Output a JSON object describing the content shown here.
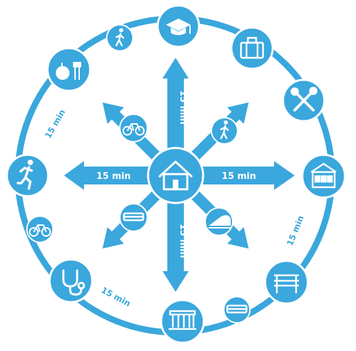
{
  "colors": {
    "primary": "#3aa7dd",
    "background": "#ffffff",
    "icon": "#ffffff"
  },
  "center": {
    "icon": "house-icon"
  },
  "arrow_labels": {
    "up": "15 min",
    "left": "15 min",
    "right": "15 min",
    "down": "15 min"
  },
  "ring_labels": {
    "left": "15 min",
    "right": "15 min",
    "bottom": "15 min"
  },
  "ring_nodes": [
    {
      "icon": "graduation-cap-icon"
    },
    {
      "icon": "luggage-icon"
    },
    {
      "icon": "tools-icon"
    },
    {
      "icon": "shop-icon"
    },
    {
      "icon": "park-bench-icon"
    },
    {
      "icon": "public-building-icon"
    },
    {
      "icon": "stethoscope-icon"
    },
    {
      "icon": "runner-icon"
    },
    {
      "icon": "groceries-food-icon"
    }
  ],
  "small_ring_nodes": [
    {
      "icon": "walking-person-icon"
    },
    {
      "icon": "bus-icon"
    },
    {
      "icon": "bicycle-icon"
    }
  ],
  "arrow_badges": [
    {
      "icon": "walking-person-icon"
    },
    {
      "icon": "bicycle-icon"
    },
    {
      "icon": "bus-icon"
    },
    {
      "icon": "train-icon"
    }
  ]
}
